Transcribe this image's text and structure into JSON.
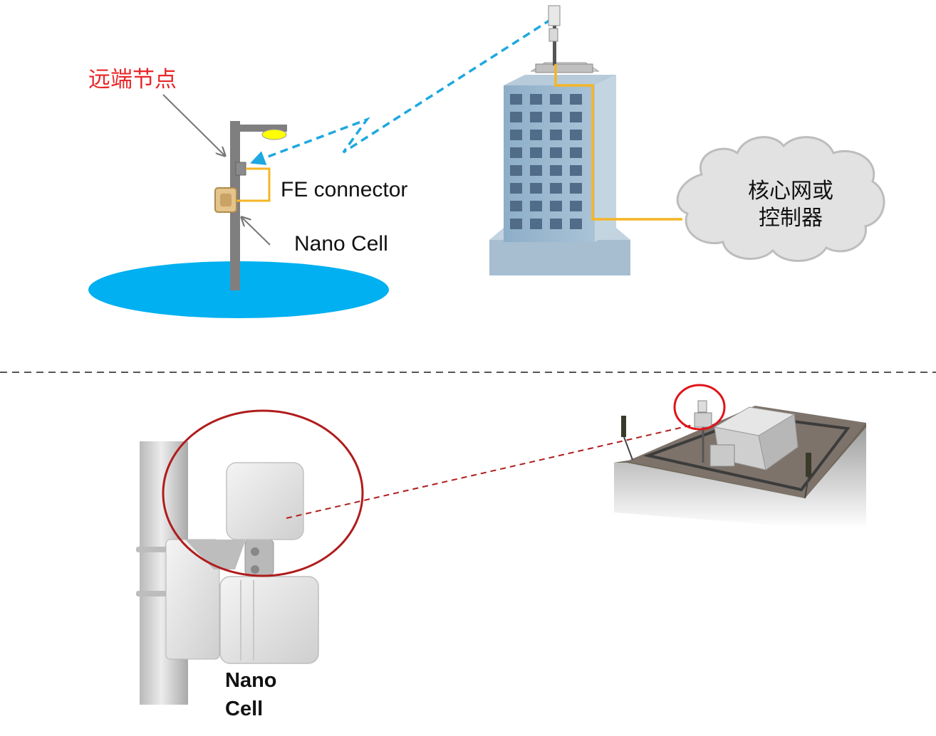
{
  "labels": {
    "remote_node": "远端节点",
    "fe_connector": "FE connector",
    "nano_cell": "Nano Cell",
    "core_network_line1": "核心网或",
    "core_network_line2": "控制器",
    "nano_cell_photo_line1": "Nano",
    "nano_cell_photo_line2": "Cell"
  },
  "colors": {
    "remote_node_label": "#e8262a",
    "coverage_ellipse": "#00b0f0",
    "wireless_link": "#1ea8e0",
    "fiber_link": "#f5b526",
    "building": "#8eaec8",
    "highlight_circle": "#b01c1c",
    "street_lamp": "#ffff00"
  },
  "icons": [
    "street-lamp-icon",
    "nano-cell-icon",
    "office-building-icon",
    "cloud-icon",
    "antenna-icon",
    "rooftop-icon"
  ]
}
